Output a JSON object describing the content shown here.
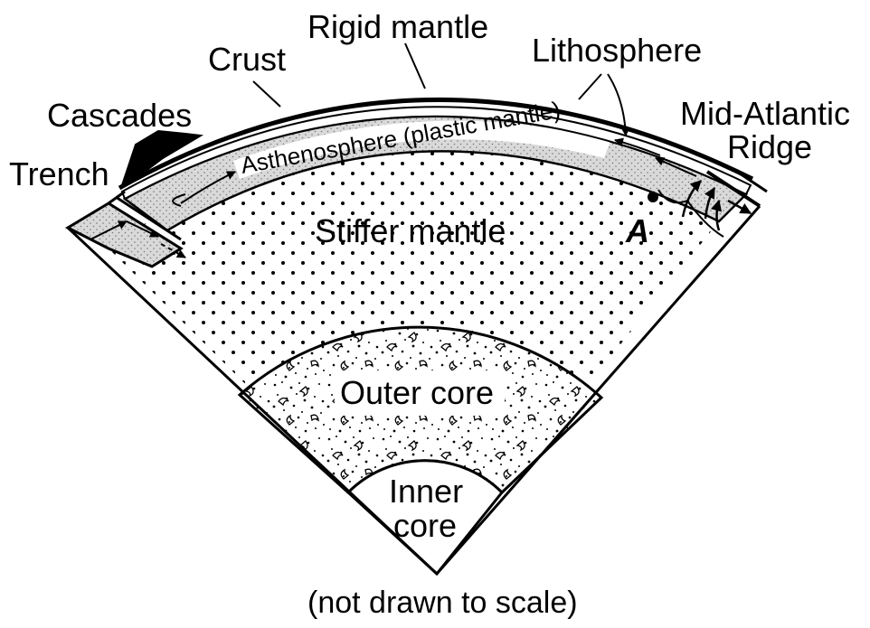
{
  "labels": {
    "rigid_mantle": "Rigid mantle",
    "crust": "Crust",
    "lithosphere": "Lithosphere",
    "cascades": "Cascades",
    "mid_atlantic_line1": "Mid-Atlantic",
    "mid_atlantic_line2": "Ridge",
    "trench": "Trench",
    "asthenosphere": "Asthenosphere (plastic mantle)",
    "stiffer_mantle": "Stiffer mantle",
    "point_a": "A",
    "outer_core": "Outer core",
    "inner_core_line1": "Inner",
    "inner_core_line2": "core",
    "footnote": "(not drawn to scale)"
  },
  "colors": {
    "ink": "#000000",
    "paper": "#ffffff",
    "asthenosphere_fill": "#d9d9d9"
  }
}
